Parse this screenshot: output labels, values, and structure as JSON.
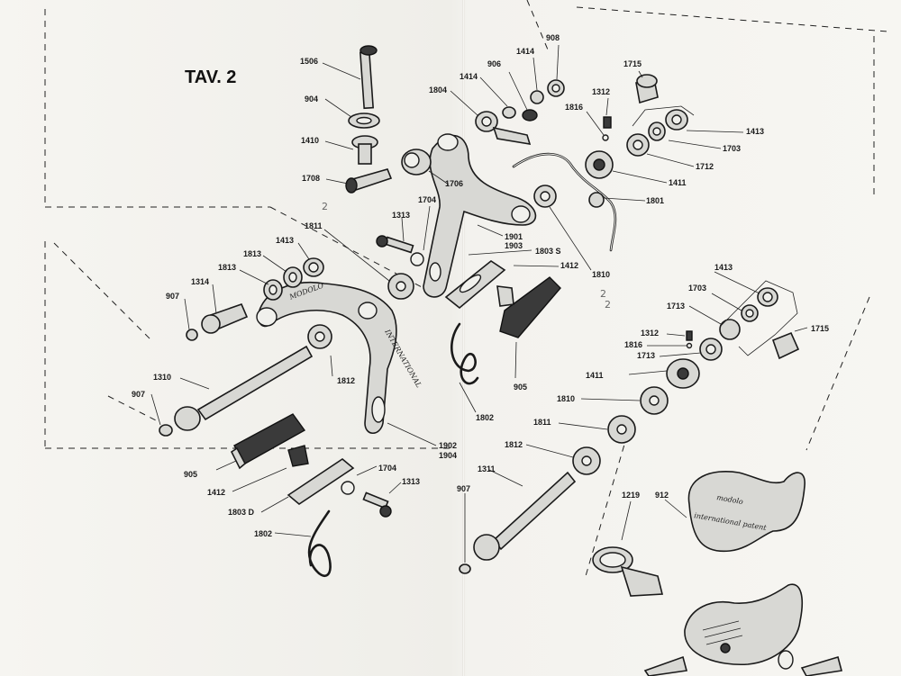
{
  "title": "TAV. 2",
  "handwritten_marks": [
    "2",
    "2",
    "2"
  ],
  "brand_marks": [
    "MODOLO",
    "INTERNATIONAL",
    "modolo",
    "international patent"
  ],
  "labels": {
    "p1506": "1506",
    "p904": "904",
    "p1410": "1410",
    "p1708": "1708",
    "p1414a": "1414",
    "p906a": "906",
    "p1414b": "1414",
    "p908": "908",
    "p1804": "1804",
    "p1312a": "1312",
    "p1816a": "1816",
    "p1715a": "1715",
    "p1413a": "1413",
    "p1703a": "1703",
    "p1712": "1712",
    "p1411a": "1411",
    "p1801": "1801",
    "p1706": "1706",
    "p1704a": "1704",
    "p1313a": "1313",
    "p1811a": "1811",
    "p1901": "1901",
    "p1903": "1903",
    "p1803s": "1803 S",
    "p1412a": "1412",
    "p1810a": "1810",
    "p1413b": "1413",
    "p1813a": "1813",
    "p1813b": "1813",
    "p1314": "1314",
    "p907a": "907",
    "p1812a": "1812",
    "p1310": "1310",
    "p907b": "907",
    "p905a": "905",
    "p1802a": "1802",
    "p905b": "905",
    "p1413c": "1413",
    "p1703b": "1703",
    "p1713a": "1713",
    "p1312b": "1312",
    "p1816b": "1816",
    "p1713b": "1713",
    "p1715b": "1715",
    "p1411b": "1411",
    "p1810b": "1810",
    "p1811b": "1811",
    "p1902": "1902",
    "p1904": "1904",
    "p1812b": "1812",
    "p1412b": "1412",
    "p1704b": "1704",
    "p1803d": "1803 D",
    "p1313b": "1313",
    "p1311": "1311",
    "p907c": "907",
    "p1802b": "1802",
    "p1219": "1219",
    "p912": "912"
  }
}
